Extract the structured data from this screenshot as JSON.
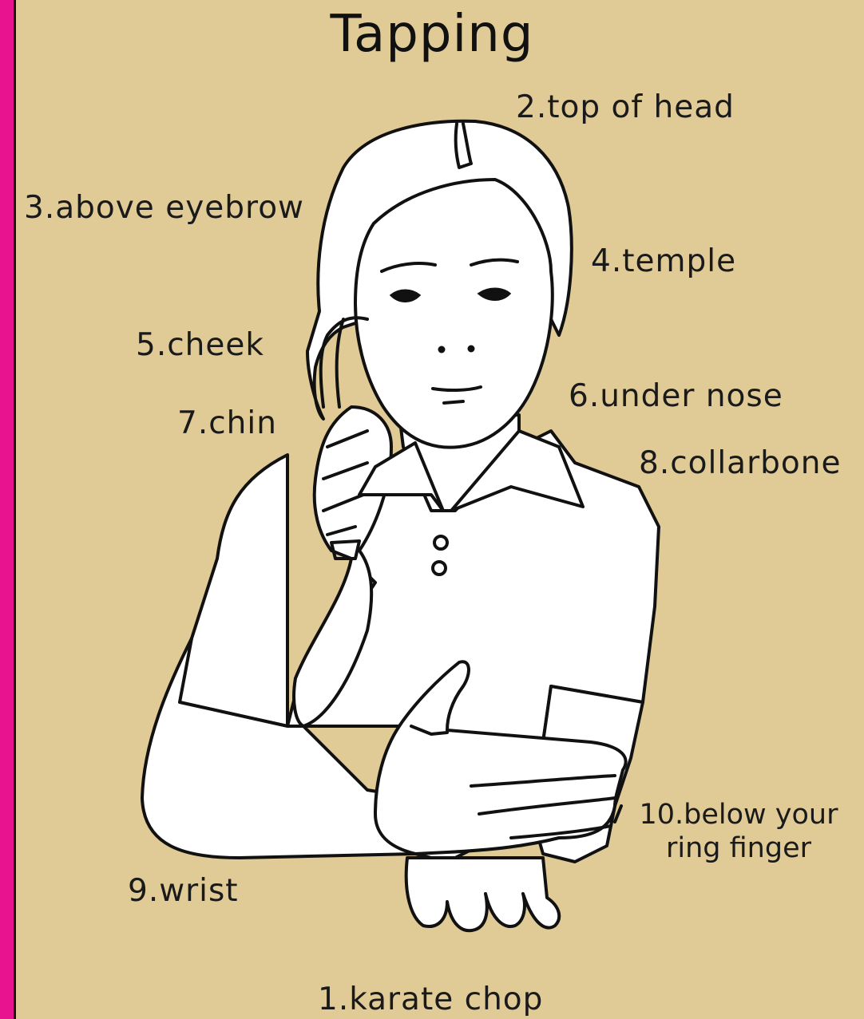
{
  "title": "Tapping",
  "points": {
    "p1": "1.karate chop",
    "p2": "2.top of head",
    "p3": "3.above eyebrow",
    "p4": "4.temple",
    "p5": "5.cheek",
    "p6": "6.under nose",
    "p7": "7.chin",
    "p8": "8.collarbone",
    "p9": "9.wrist",
    "p10_line1": "10.below your",
    "p10_line2": "ring finger"
  },
  "colors": {
    "background": "#e0cb97",
    "border": "#e8138f",
    "line": "#111111",
    "figure_fill": "#ffffff"
  }
}
